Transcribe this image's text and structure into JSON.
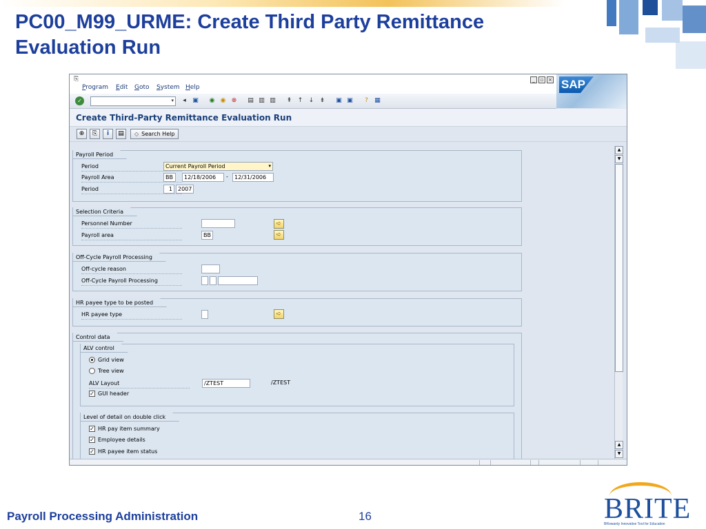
{
  "slide": {
    "title": "PC00_M99_URME: Create Third Party Remittance Evaluation Run",
    "footer": "Payroll Processing Administration",
    "page_number": "16",
    "logo_text": "BRITE",
    "logo_tagline": "BRowardy Innovative Tool for Education"
  },
  "sap": {
    "menu": [
      "Program",
      "Edit",
      "Goto",
      "System",
      "Help"
    ],
    "logo_text": "SAP",
    "screen_title": "Create Third-Party Remittance Evaluation Run",
    "search_help_label": "Search Help",
    "payroll_period": {
      "title": "Payroll Period",
      "period_label": "Period",
      "period_value": "Current Payroll Period",
      "payroll_area_label": "Payroll Area",
      "payroll_area_value": "BB",
      "date_from": "12/18/2006",
      "date_to": "12/31/2006",
      "dash": "-",
      "period2_label": "Period",
      "period_number": "1",
      "period_year": "2007"
    },
    "selection_criteria": {
      "title": "Selection Criteria",
      "personnel_label": "Personnel Number",
      "personnel_value": "",
      "payroll_area_label": "Payroll area",
      "payroll_area_value": "BB"
    },
    "off_cycle": {
      "title": "Off-Cycle Payroll Processing",
      "reason_label": "Off-cycle reason",
      "processing_label": "Off-Cycle Payroll Processing"
    },
    "hr_payee": {
      "title": "HR payee type to be posted",
      "type_label": "HR payee type"
    },
    "control_data": {
      "title": "Control data",
      "alv_title": "ALV control",
      "grid_view": "Grid view",
      "tree_view": "Tree view",
      "alv_layout_label": "ALV Layout",
      "alv_layout_value": "/ZTEST",
      "alv_layout_text": "/ZTEST",
      "gui_header": "GUI header",
      "detail_title": "Level of detail on double click",
      "pay_item_summary": "HR pay item summary",
      "employee_details": "Employee details",
      "payee_item_status": "HR payee item status"
    }
  }
}
